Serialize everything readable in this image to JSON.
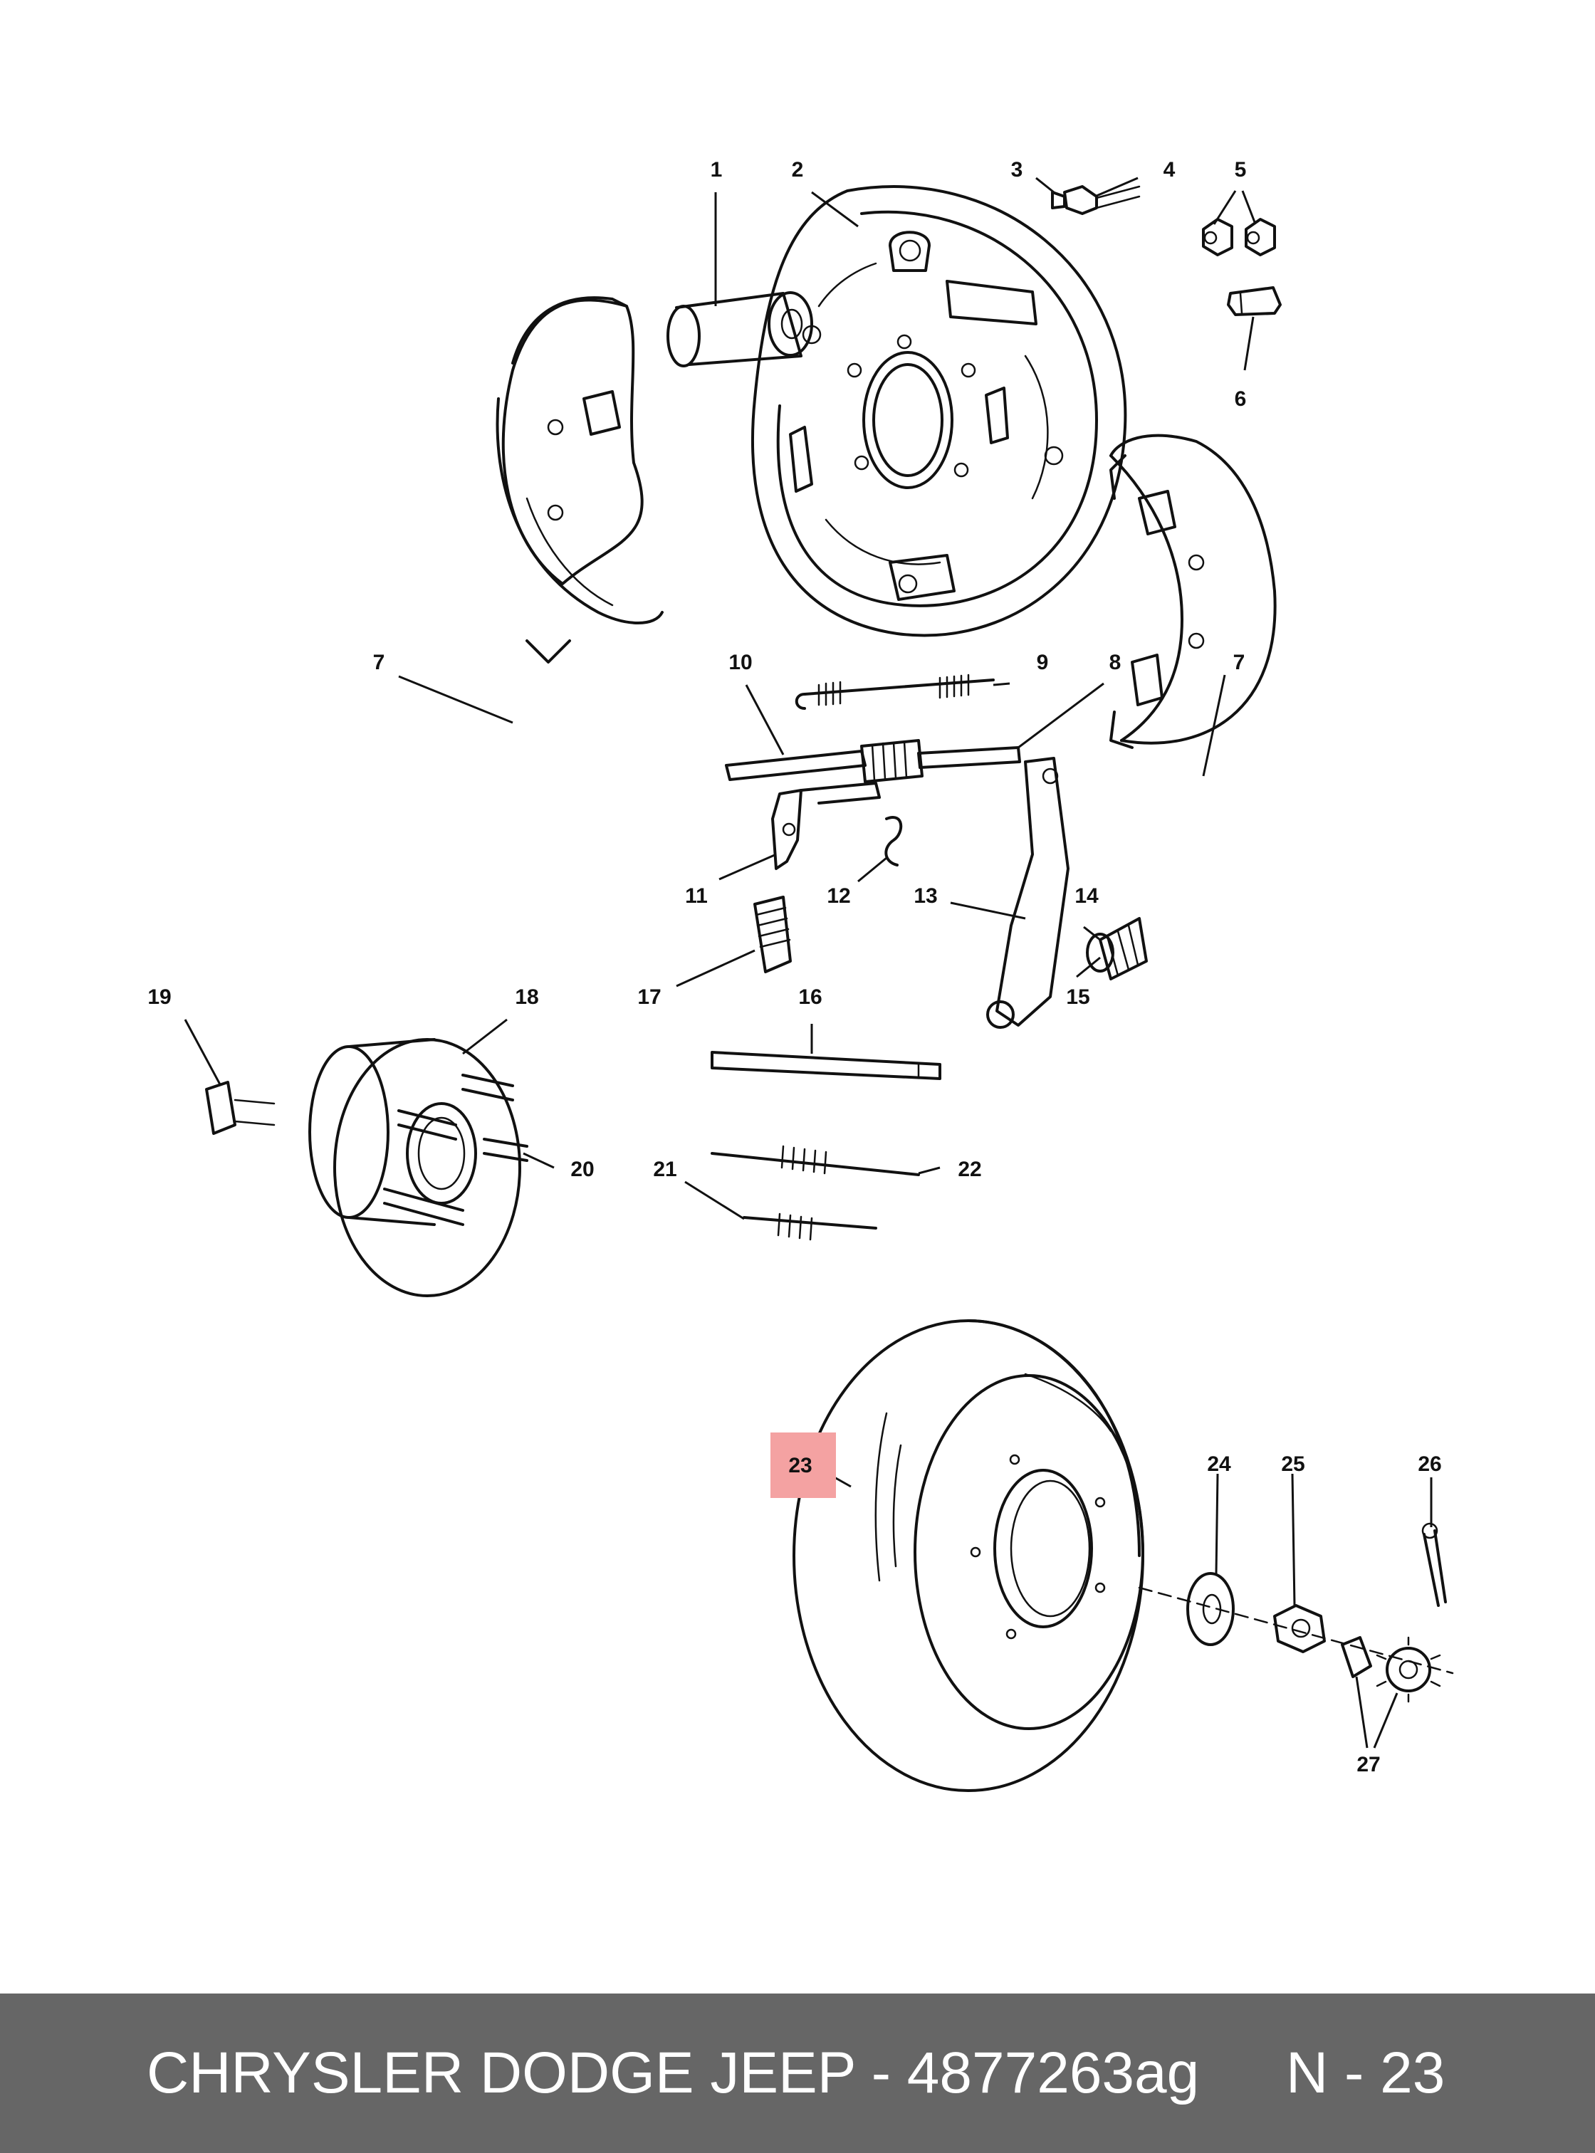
{
  "diagram": {
    "highlight_color": "#f4a2a2",
    "highlighted_part": "23",
    "labels": {
      "l1": "1",
      "l2": "2",
      "l3": "3",
      "l4": "4",
      "l5": "5",
      "l6": "6",
      "l7a": "7",
      "l7b": "7",
      "l8": "8",
      "l9": "9",
      "l10": "10",
      "l11": "11",
      "l12": "12",
      "l13": "13",
      "l14": "14",
      "l15": "15",
      "l16": "16",
      "l17": "17",
      "l18": "18",
      "l19": "19",
      "l20": "20",
      "l21": "21",
      "l22": "22",
      "l23": "23",
      "l24": "24",
      "l25": "25",
      "l26": "26",
      "l27": "27"
    }
  },
  "footer": {
    "title": "CHRYSLER DODGE JEEP - 4877263ag",
    "page": "N - 23",
    "background_color": "#666666"
  }
}
